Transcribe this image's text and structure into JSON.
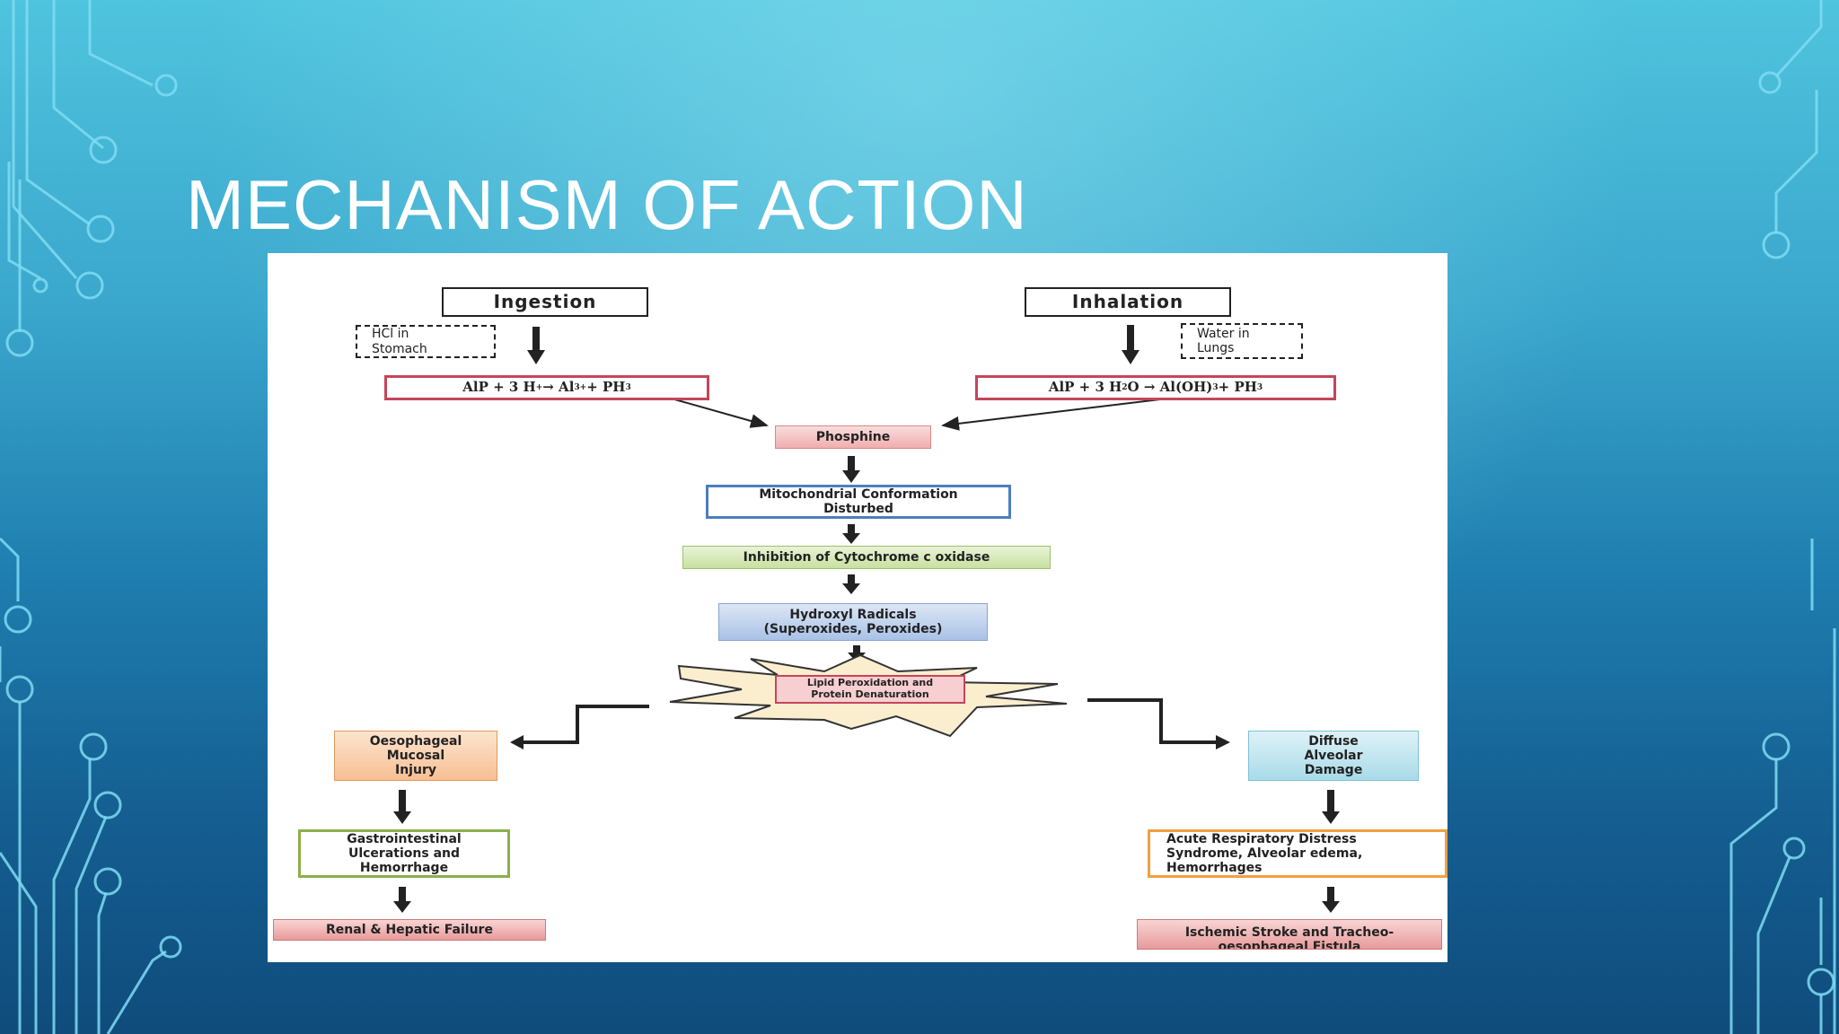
{
  "slide": {
    "title": "MECHANISM OF ACTION"
  },
  "diagram": {
    "ingestion": "Ingestion",
    "inhalation": "Inhalation",
    "hcl_note": "HCl in\nStomach",
    "water_note": "Water in\nLungs",
    "eq_ingestion": {
      "lhs": "AlP + 3 H",
      "h_charge": "+",
      "arrow": " → Al",
      "al_charge": "3+",
      "rhs": " + PH",
      "ph_sub": "3"
    },
    "eq_inhalation": {
      "lhs": "AlP + 3 H",
      "h_sub": "2",
      "mid": "O → Al(OH)",
      "oh_sub": "3",
      "rhs": " + PH",
      "ph_sub": "3"
    },
    "phosphine": "Phosphine",
    "mitochondrial": "Mitochondrial Conformation\nDisturbed",
    "cytochrome": "Inhibition of Cytochrome c oxidase",
    "hydroxyl": "Hydroxyl Radicals\n(Superoxides, Peroxides)",
    "lipid": "Lipid Peroxidation and\nProtein Denaturation",
    "oesophageal": "Oesophageal\nMucosal\nInjury",
    "diffuse": "Diffuse\nAlveolar\nDamage",
    "gastro": "Gastrointestinal\nUlcerations and\nHemorrhage",
    "ards": "Acute Respiratory Distress\nSyndrome, Alveolar edema,\nHemorrhages",
    "renal": "Renal & Hepatic Failure",
    "ischemic": "Ischemic Stroke and Tracheo-\noesophageal Fistula"
  },
  "colors": {
    "accent_red": "#c5455a",
    "accent_blue": "#4a7fc0",
    "accent_green": "#8ab04c",
    "accent_orange": "#f0a040",
    "circuit": "#7fdcf2"
  }
}
